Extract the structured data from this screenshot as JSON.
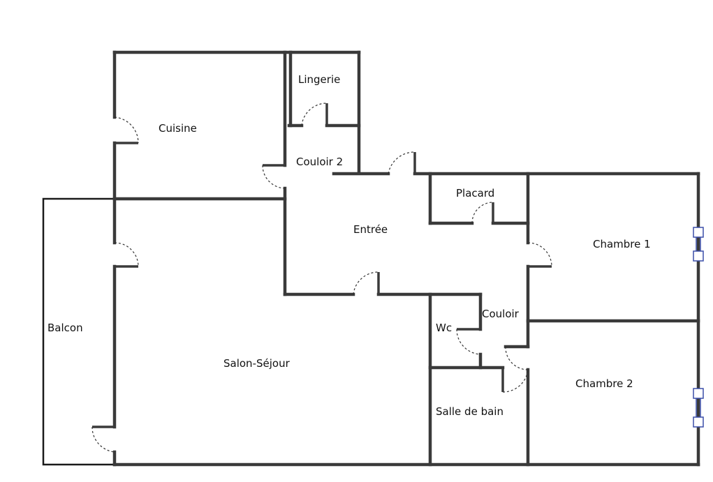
{
  "plan": {
    "rooms": {
      "lingerie": "Lingerie",
      "cuisine": "Cuisine",
      "couloir2": "Couloir 2",
      "placard": "Placard",
      "entree": "Entrée",
      "chambre1": "Chambre 1",
      "couloir": "Couloir",
      "wc": "Wc",
      "balcon": "Balcon",
      "salon": "Salon-Séjour",
      "chambre2": "Chambre 2",
      "salle_de_bain": "Salle de bain"
    },
    "colors": {
      "wall": "#3a3a3a",
      "window": "#3b4ea8",
      "background": "#ffffff"
    }
  }
}
